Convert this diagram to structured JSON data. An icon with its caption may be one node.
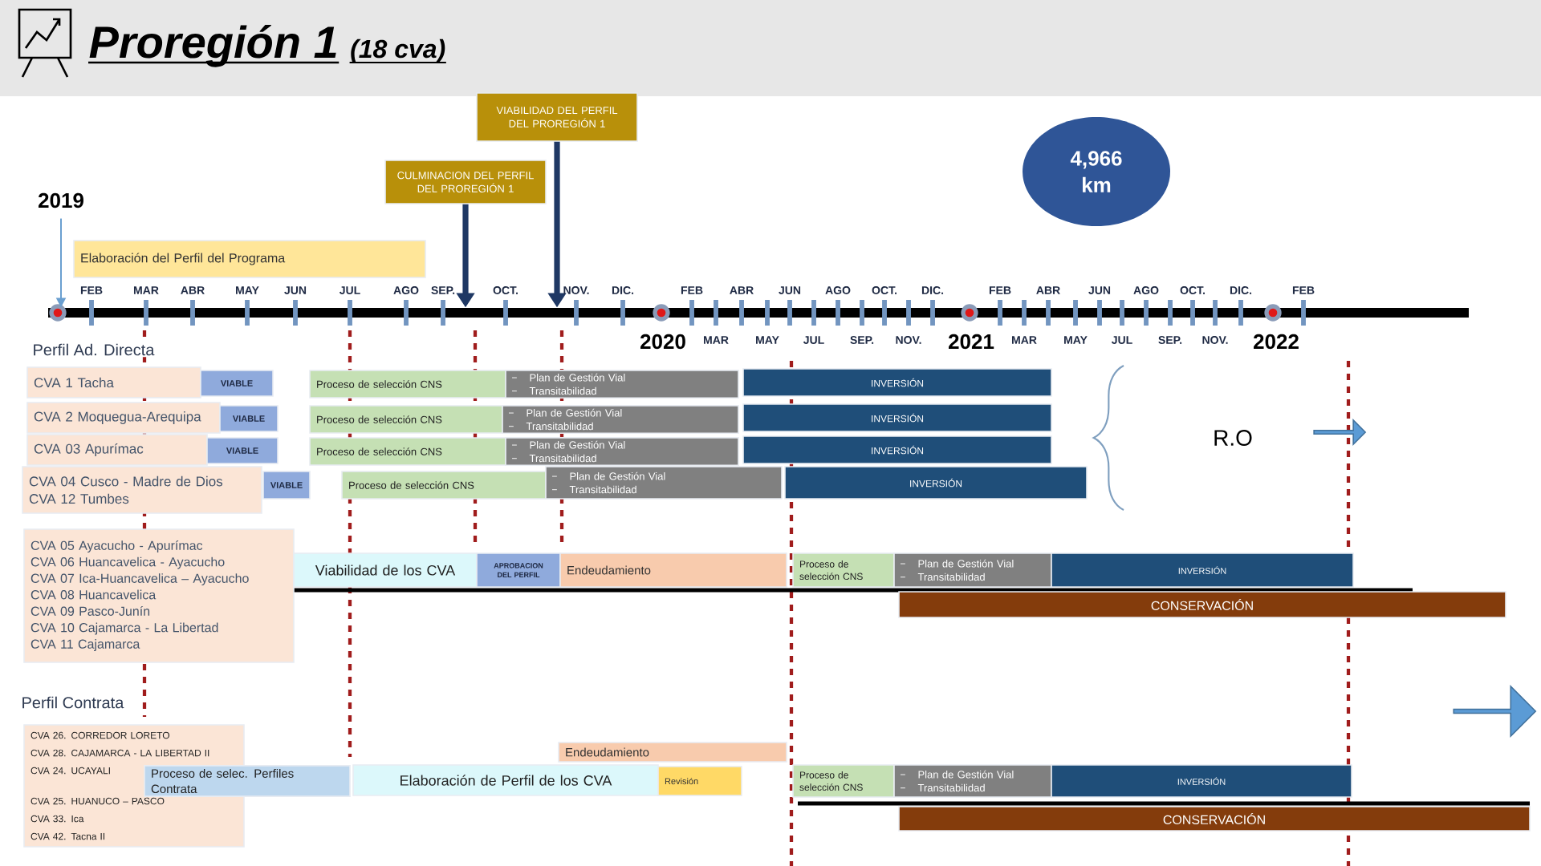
{
  "diagram": {
    "title": "Proregión 1",
    "nodes": [
      {
        "text": [
          "VIABILIDAD DEL PERFIL DEL PROREGIÓN 1"
        ]
      },
      {
        "text": [
          "CULMINACION DEL PERFIL DEL PROREGIÓN 1"
        ]
      },
      {
        "text": [
          "4,966 km"
        ]
      },
      {
        "text": [
          "2019"
        ]
      },
      {
        "text": [
          "Elaboración del Perfil del Programa"
        ]
      },
      {
        "text": [
          "CVA 1 Tacha"
        ]
      },
      {
        "text": [
          "VIABLE"
        ]
      },
      {
        "text": [
          "Proceso de selección CNS"
        ]
      },
      {
        "text": [
          "Plan de Gestión Vial",
          "Transitabilidad"
        ]
      },
      {
        "text": [
          "INVERSIÓN"
        ]
      },
      {
        "text": [
          "CVA 2 Moquegua-Arequipa"
        ]
      },
      {
        "text": [
          "VIABLE"
        ]
      },
      {
        "text": [
          "Proceso de selección CNS"
        ]
      },
      {
        "text": [
          "Plan de Gestión Vial",
          "Transitabilidad"
        ]
      },
      {
        "text": [
          "INVERSIÓN"
        ]
      },
      {
        "text": [
          "CVA 03 Apurímac"
        ]
      },
      {
        "text": [
          "VIABLE"
        ]
      },
      {
        "text": [
          "Proceso de selección CNS"
        ]
      },
      {
        "text": [
          "Plan de Gestión Vial",
          "Transitabilidad"
        ]
      },
      {
        "text": [
          "INVERSIÓN"
        ]
      },
      {
        "text": [
          "CVA 04 Cusco - Madre de Dios",
          "CVA 12 Tumbes"
        ]
      },
      {
        "text": [
          "VIABLE"
        ]
      },
      {
        "text": [
          "Proceso de selección CNS"
        ]
      },
      {
        "text": [
          "Plan de Gestión Vial",
          "Transitabilidad"
        ]
      },
      {
        "text": [
          "INVERSIÓN"
        ]
      },
      {
        "text": [
          "CVA 05 Ayacucho - Apurímac",
          "CVA 06 Huancavelica - Ayacucho",
          "CVA 07 Ica-Huancavelica – Ayacucho",
          "CVA 08 Huancavelica",
          "CVA 09 Pasco-Junín",
          "CVA 10 Cajamarca - La Libertad",
          "CVA 11 Cajamarca"
        ]
      },
      {
        "text": [
          "Viabilidad de los CVA"
        ]
      },
      {
        "text": [
          "APROBACION DEL PERFIL"
        ]
      },
      {
        "text": [
          "Endeudamiento"
        ]
      },
      {
        "text": [
          "Proceso de selección CNS"
        ]
      },
      {
        "text": [
          "Plan de Gestión Vial",
          "Transitabilidad"
        ]
      },
      {
        "text": [
          "INVERSIÓN"
        ]
      },
      {
        "text": [
          "CONSERVACIÓN"
        ]
      },
      {
        "text": [
          "CVA 26. CORREDOR LORETO",
          "CVA 28. CAJAMARCA - LA LIBERTAD II",
          "CVA 24. UCAYALI",
          "CVA 25. HUANUCO – PASCO",
          "CVA 33. Ica",
          "CVA 42. Tacna II"
        ]
      },
      {
        "text": [
          "Endeudamiento"
        ]
      },
      {
        "text": [
          "Proceso de selec. Perfiles Contrata"
        ]
      },
      {
        "text": [
          "Elaboración de Perfil de los CVA"
        ]
      },
      {
        "text": [
          "Revisión"
        ]
      },
      {
        "text": [
          "Proceso de selección CNS"
        ]
      },
      {
        "text": [
          "Plan de Gestión Vial",
          "Transitabilidad"
        ]
      },
      {
        "text": [
          "INVERSIÓN"
        ]
      },
      {
        "text": [
          "CONSERVACIÓN"
        ]
      },
      {
        "text": [],
        "shape": "bar"
      }
    ],
    "edges": [
      {
        "from": 0,
        "to": 42,
        "arrow": "to"
      },
      {
        "from": 1,
        "to": 42,
        "arrow": "to"
      },
      {
        "from": 3,
        "to": 42,
        "arrow": "to",
        "color": "#6a9fd0"
      }
    ],
    "labels": [
      "(18 cva)",
      "FEB",
      "MAR",
      "ABR",
      "MAY",
      "JUN",
      "JUL",
      "AGO",
      "SEP.",
      "OCT.",
      "NOV.",
      "DIC.",
      "FEB",
      "ABR",
      "JUN",
      "AGO",
      "OCT.",
      "DIC.",
      "2020",
      "MAR",
      "MAY",
      "JUL",
      "SEP.",
      "NOV.",
      "FEB",
      "ABR",
      "JUN",
      "AGO",
      "OCT.",
      "DIC.",
      "2021",
      "MAR",
      "MAY",
      "JUL",
      "SEP.",
      "NOV.",
      "FEB",
      "2022",
      "Perfil Ad. Directa",
      "R.O",
      "Perfil Contrata"
    ]
  }
}
